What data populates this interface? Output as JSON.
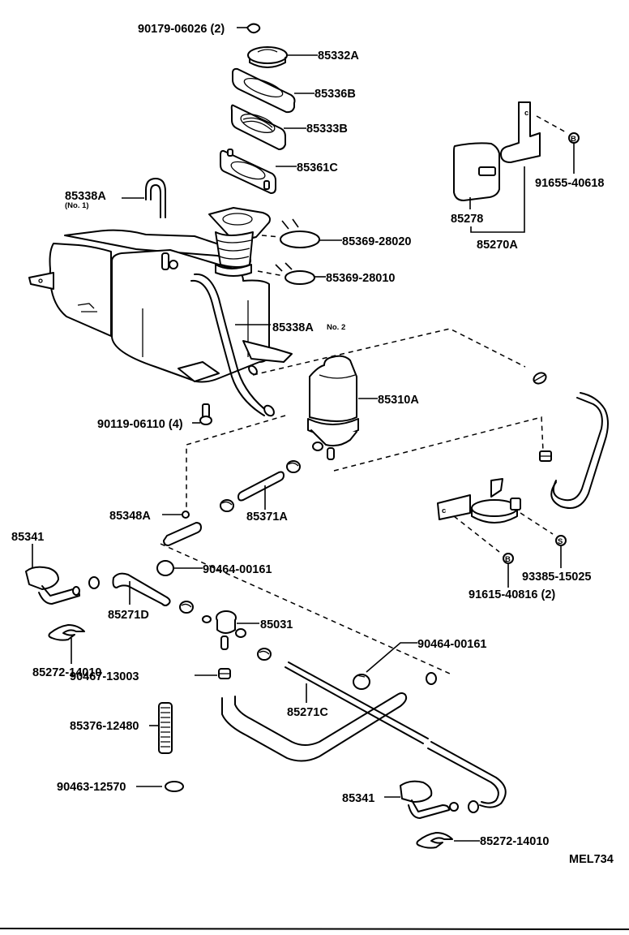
{
  "diagram": {
    "title": "Windshield Washer Parts Diagram",
    "code": "MEL734",
    "labels": {
      "grommet": "90179-06026 (2)",
      "cap": "85332A",
      "gasket_upper": "85336B",
      "inlet": "85333B",
      "gasket_lower": "85361C",
      "hose_no1": "85338A",
      "hose_no1_note": "(No. 1)",
      "ring_upper": "85369-28020",
      "ring_lower": "85369-28010",
      "hose_no2": "85338A",
      "hose_no2_note": "No. 2",
      "relay": "85278",
      "relay_assy": "85270A",
      "bolt_right": "91655-40618",
      "bolt_tank": "90119-06110 (4)",
      "pump": "85310A",
      "hose_short": "85371A",
      "joint": "85348A",
      "nozzle_left": "85341",
      "clip_left": "90464-00161",
      "hose_d": "85271D",
      "check_valve": "85031",
      "clamp_left": "85272-14010",
      "clamp_small": "90467-13003",
      "clip_mid": "90464-00161",
      "hose_c": "85271C",
      "protector": "85376-12480",
      "band": "90463-12570",
      "nozzle_right": "85341",
      "clamp_right": "85272-14010",
      "screw": "93385-15025",
      "bolt_bracket": "91615-40816 (2)"
    },
    "markers": {
      "bolt_b": "B",
      "screw_s": "S"
    }
  }
}
